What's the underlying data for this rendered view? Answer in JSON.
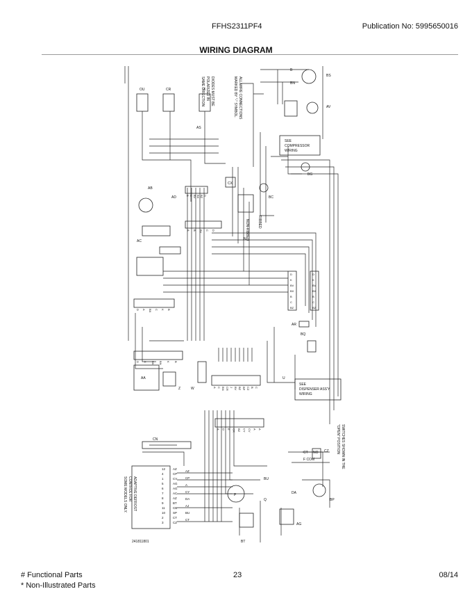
{
  "header": {
    "model": "FFHS2311PF4",
    "publication": "Publication No:  5995650016"
  },
  "title": "WIRING DIAGRAM",
  "diagram": {
    "labels": {
      "bs": "BS",
      "b": "B",
      "bn": "BN",
      "av": "AV",
      "ou": "OU",
      "cr": "CR",
      "x": "X",
      "as": "AS",
      "bg": "BG",
      "bc": "BC",
      "ab": "AB",
      "ad": "AD",
      "ac": "AC",
      "cx": "CX",
      "bq": "BQ",
      "bp": "BP",
      "bt": "BT",
      "bu": "BU",
      "aa": "AA",
      "cn": "CN",
      "ct": "CT",
      "p": "P",
      "q": "Q",
      "w": "W",
      "u": "U",
      "z": "Z",
      "da": "DA",
      "ag": "AG",
      "ar": "AR",
      "n": "N",
      "cz": "CZ",
      "f_com": "F COM",
      "no": "NO"
    },
    "notes": {
      "diodes_line1": "DIODES MUST BE",
      "diodes_line2": "POLARIZED IN",
      "diodes_line3": "SAME DIRECTION",
      "wire_line1": "ALL WIRE CONNECTIONS",
      "wire_line2": "MARKED BY \"-\" SYMBOL.",
      "compressor_line1": "SEE",
      "compressor_line2": "COMPRESSOR",
      "compressor_line3": "WIRING",
      "ribbed": "RIBBED",
      "non_ribbed": "NON-RIBBED",
      "dispenser_line1": "SEE",
      "dispenser_line2": "DISPENSER ASS'Y",
      "dispenser_line3": "WIRING",
      "switches_line1": "SWITCHES SHOWN IN THE",
      "switches_line2": "\"OPEN\" POSITION",
      "adaptive_line1": "ADAPTIVE DEFROST",
      "adaptive_line2": "CONTROL FOR",
      "adaptive_line3": "SOME MODELS ONLY.",
      "part_number": "241811801"
    },
    "top_connector_pins": [
      "B",
      "C",
      "BV",
      "BX",
      "BZ",
      "D"
    ],
    "mid_connector_pins": [
      "A",
      "B",
      "BV",
      "C",
      "D"
    ],
    "left_connector_pins": [
      "D",
      "A",
      "BX",
      "C",
      "K",
      "B"
    ],
    "left_connector2_pins": [
      "D",
      "A",
      "BX",
      "BN",
      "K",
      "B"
    ],
    "right_connector1_pins": [
      "D",
      "K",
      "BV",
      "BX",
      "B",
      "C",
      "BZ"
    ],
    "right_connector2_pins": [
      "D",
      "K",
      "BV",
      "BX",
      "B",
      "C",
      "BZ"
    ],
    "w_connector_pins": [
      "A",
      "C",
      "BN",
      "CR",
      "J",
      "BV",
      "BZ",
      "BP",
      "CZ",
      "B",
      "C"
    ],
    "bottom_connector_pins": [
      "A",
      "D",
      "E",
      "CR",
      "BZ",
      "CY",
      "CV",
      "A",
      "A"
    ],
    "adc_rows": [
      {
        "num": "12",
        "code": "AZ"
      },
      {
        "num": "4",
        "code": "CP"
      },
      {
        "num": "1",
        "code": "CV"
      },
      {
        "num": "5",
        "code": "AG"
      },
      {
        "num": "6",
        "code": "AG"
      },
      {
        "num": "7",
        "code": "AC"
      },
      {
        "num": "8",
        "code": "AZ"
      },
      {
        "num": "9",
        "code": "BT"
      },
      {
        "num": "11",
        "code": "CB"
      },
      {
        "num": "10",
        "code": "SP"
      },
      {
        "num": "2",
        "code": "CT"
      },
      {
        "num": "3",
        "code": "CZ"
      }
    ],
    "adc_row_letters": [
      "AZ",
      "CP",
      "A",
      "CY",
      "DA",
      "AJ",
      "BU",
      "CT"
    ]
  },
  "footer": {
    "functional": "# Functional Parts",
    "non_illustrated": "* Non-Illustrated Parts",
    "page": "23",
    "date": "08/14"
  }
}
